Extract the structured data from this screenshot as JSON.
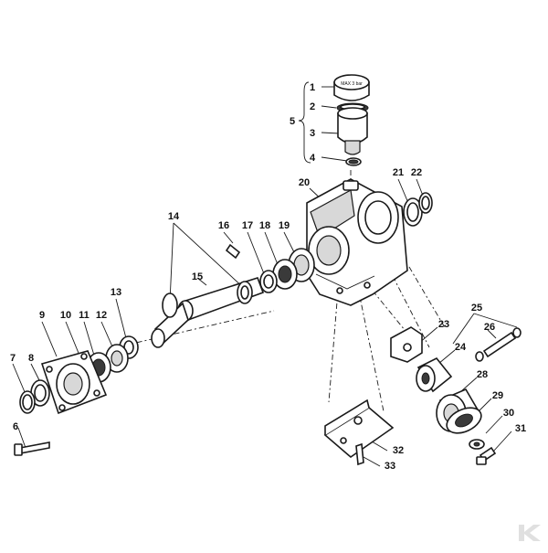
{
  "callouts": [
    {
      "id": "1",
      "label": "1"
    },
    {
      "id": "2",
      "label": "2"
    },
    {
      "id": "3",
      "label": "3"
    },
    {
      "id": "4",
      "label": "4"
    },
    {
      "id": "5",
      "label": "5"
    },
    {
      "id": "6",
      "label": "6"
    },
    {
      "id": "7",
      "label": "7"
    },
    {
      "id": "8",
      "label": "8"
    },
    {
      "id": "9",
      "label": "9"
    },
    {
      "id": "10",
      "label": "10"
    },
    {
      "id": "11",
      "label": "11"
    },
    {
      "id": "12",
      "label": "12"
    },
    {
      "id": "13",
      "label": "13"
    },
    {
      "id": "14",
      "label": "14"
    },
    {
      "id": "15",
      "label": "15"
    },
    {
      "id": "16",
      "label": "16"
    },
    {
      "id": "17",
      "label": "17"
    },
    {
      "id": "18",
      "label": "18"
    },
    {
      "id": "19",
      "label": "19"
    },
    {
      "id": "20",
      "label": "20"
    },
    {
      "id": "21",
      "label": "21"
    },
    {
      "id": "22",
      "label": "22"
    },
    {
      "id": "23",
      "label": "23"
    },
    {
      "id": "24",
      "label": "24"
    },
    {
      "id": "25",
      "label": "25"
    },
    {
      "id": "26",
      "label": "26"
    },
    {
      "id": "28",
      "label": "28"
    },
    {
      "id": "29",
      "label": "29"
    },
    {
      "id": "30",
      "label": "30"
    },
    {
      "id": "31",
      "label": "31"
    },
    {
      "id": "32",
      "label": "32"
    },
    {
      "id": "33",
      "label": "33"
    }
  ],
  "cap_marking": "MAX 3 bar",
  "logo_mark": "K",
  "colors": {
    "line": "#1a1a1a",
    "background": "#ffffff",
    "logo": "#e0e0e0"
  }
}
